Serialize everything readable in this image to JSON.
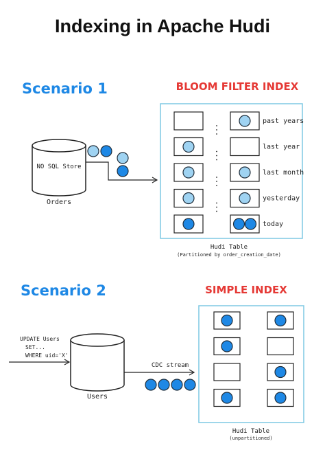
{
  "title": "Indexing in Apache Hudi",
  "colors": {
    "scenario": "#1e88e5",
    "index_title": "#e53935",
    "table_border": "#7ec8e3",
    "dot_dark": "#1e88e5",
    "dot_light": "#9fd3f2",
    "dot_stroke": "#1f2d3a",
    "ink": "#222222"
  },
  "scenario1": {
    "heading": "Scenario 1",
    "index_name": "BLOOM FILTER INDEX",
    "store_label": "NO SQL Store",
    "store_caption": "Orders",
    "table_caption": "Hudi Table",
    "table_subcaption": "(Partitioned by order_creation_date)",
    "partitions": [
      {
        "label": "past years",
        "left_dots": [],
        "right_dots": [
          "light"
        ]
      },
      {
        "label": "last year",
        "left_dots": [
          "light"
        ],
        "right_dots": []
      },
      {
        "label": "last month",
        "left_dots": [
          "light"
        ],
        "right_dots": [
          "light"
        ]
      },
      {
        "label": "yesterday",
        "left_dots": [
          "light"
        ],
        "right_dots": [
          "light"
        ]
      },
      {
        "label": "today",
        "left_dots": [
          "dark"
        ],
        "right_dots": [
          "dark",
          "dark"
        ]
      }
    ]
  },
  "scenario2": {
    "heading": "Scenario 2",
    "index_name": "SIMPLE INDEX",
    "update_lines": [
      "UPDATE Users",
      "SET...",
      "WHERE uid='X'"
    ],
    "store_caption": "Users",
    "stream_label": "CDC stream",
    "table_caption": "Hudi Table",
    "table_subcaption": "(unpartitioned)",
    "files": [
      {
        "left_dots": [
          "dark"
        ],
        "right_dots": [
          "dark"
        ]
      },
      {
        "left_dots": [
          "dark"
        ],
        "right_dots": []
      },
      {
        "left_dots": [],
        "right_dots": [
          "dark"
        ]
      },
      {
        "left_dots": [
          "dark"
        ],
        "right_dots": [
          "dark"
        ]
      }
    ]
  }
}
